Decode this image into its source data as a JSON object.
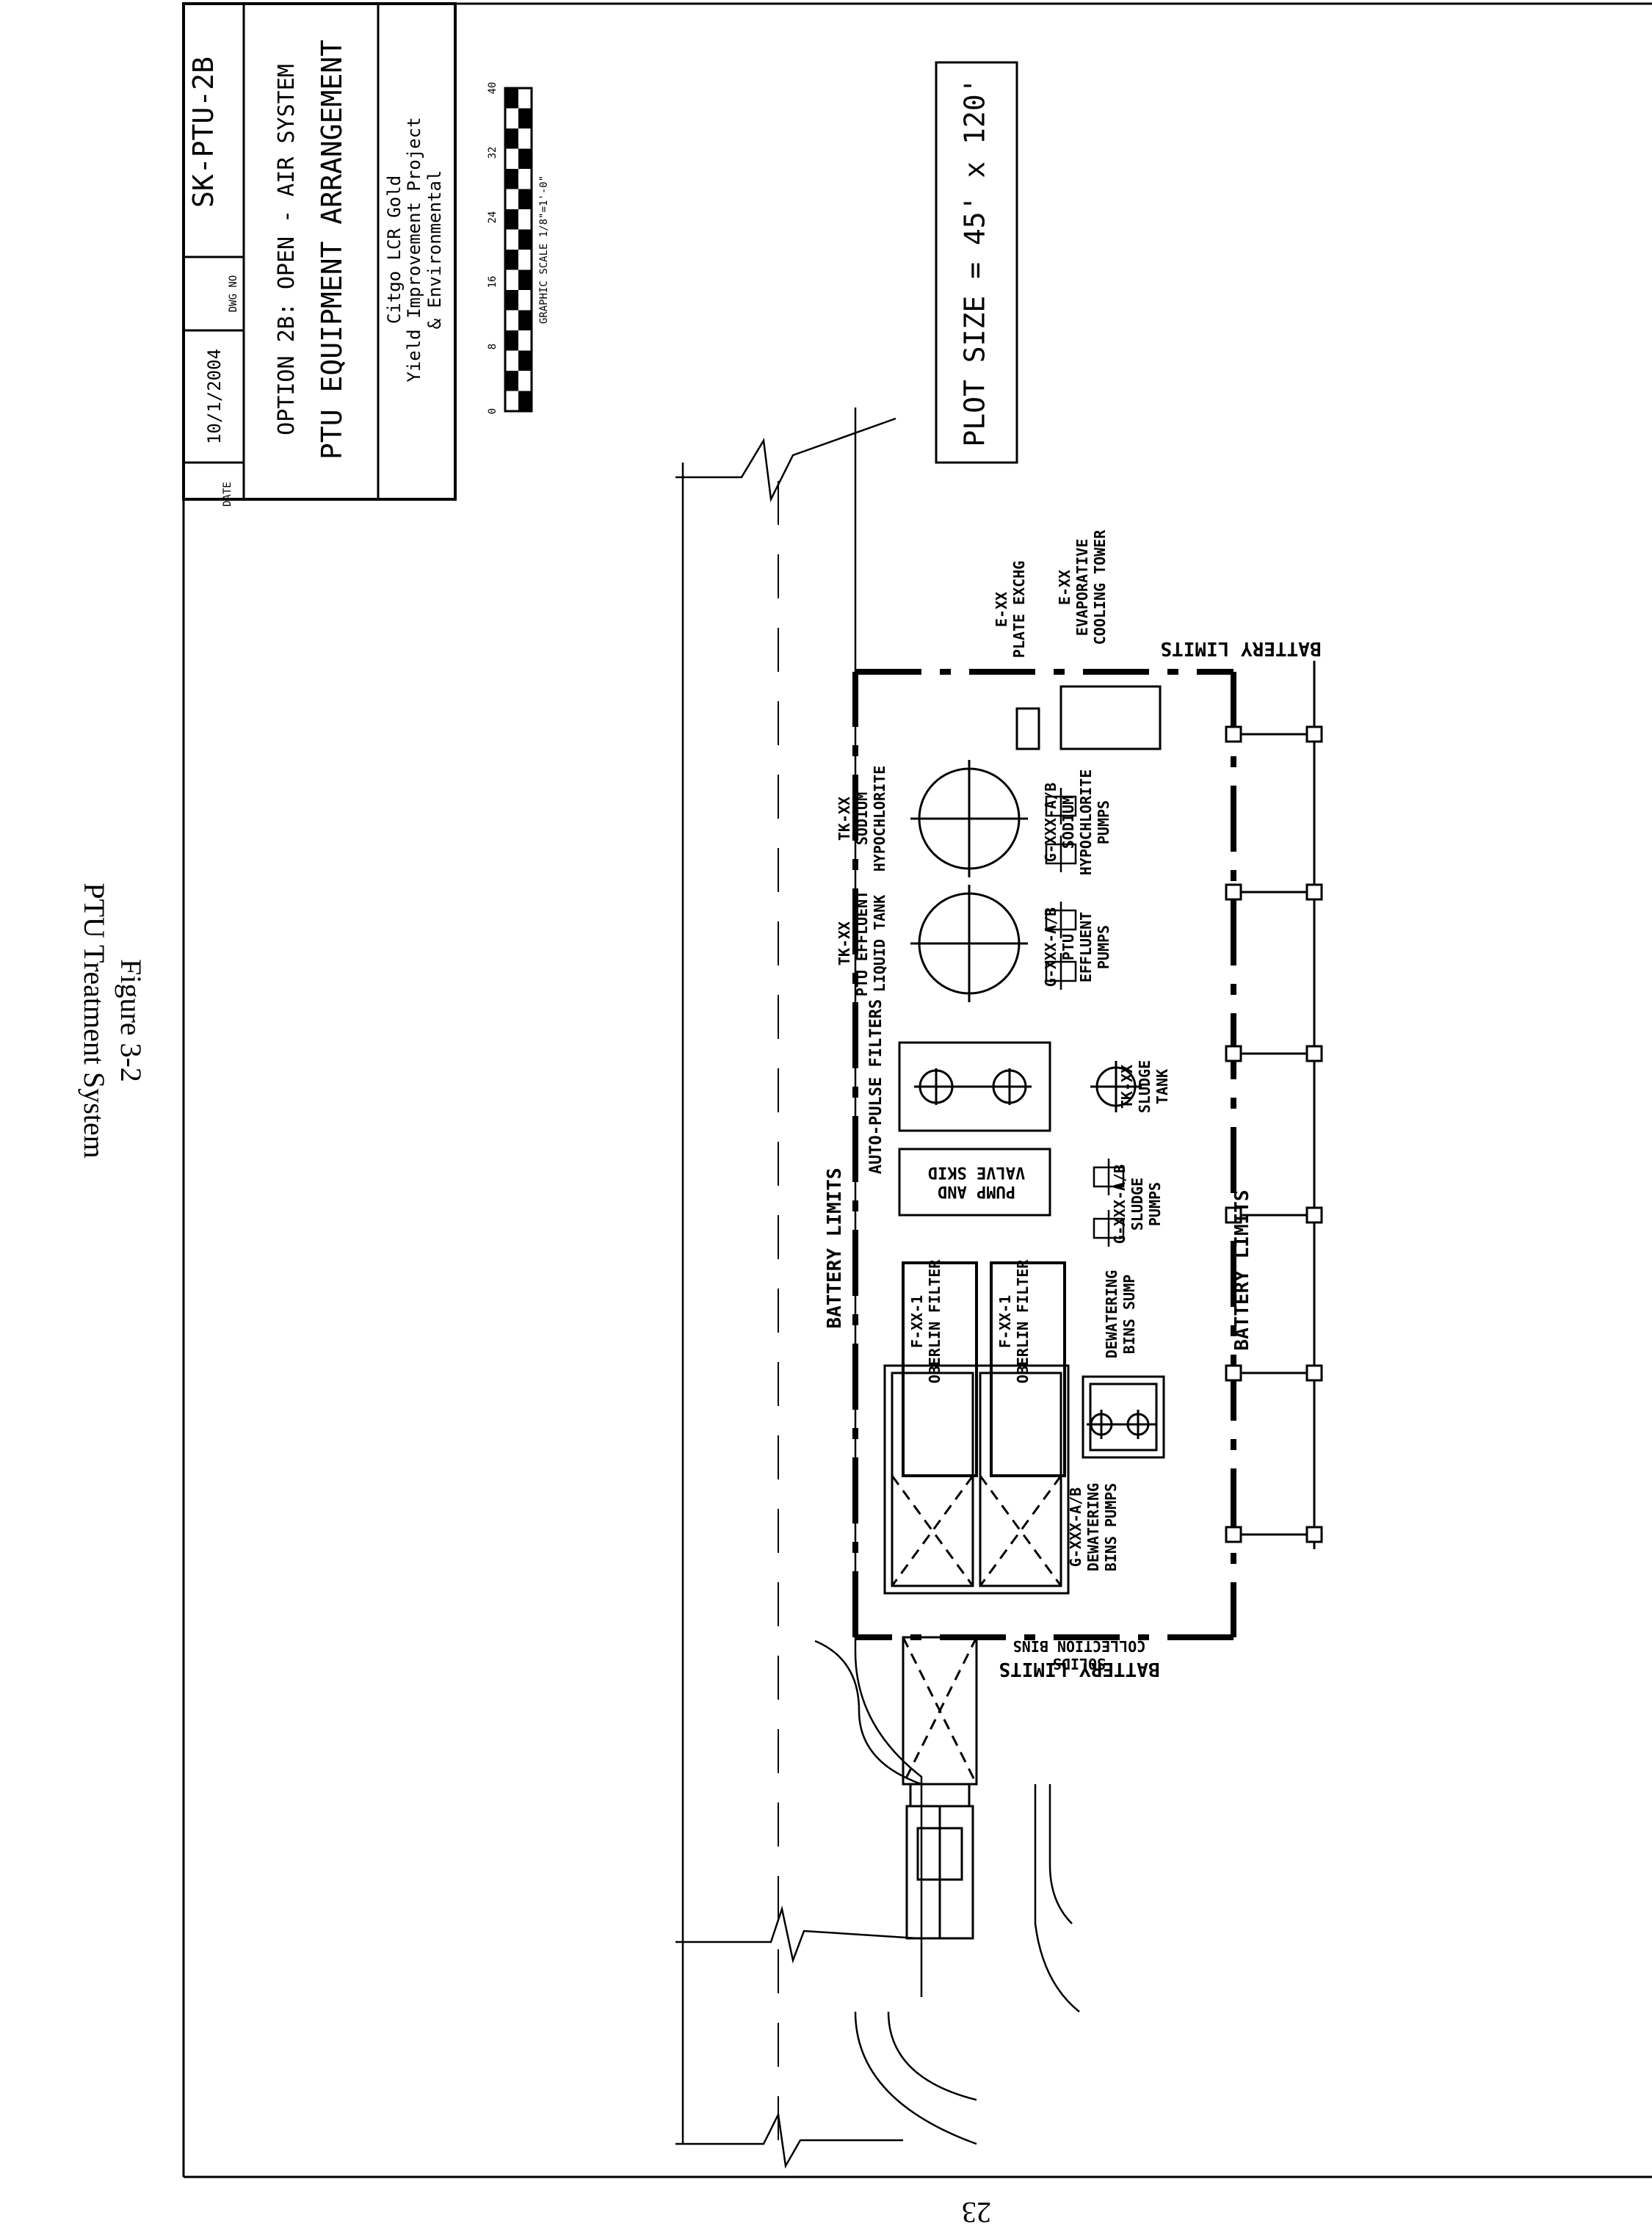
{
  "figure": {
    "title": "PTU Treatment System",
    "number": "Figure 3-2"
  },
  "page_number": "23",
  "title_block": {
    "date_label": "DATE",
    "date": "10/1/2004",
    "dwg_label": "DWG NO",
    "dwg_no": "SK-PTU-2B",
    "option": "OPTION 2B: OPEN - AIR SYSTEM",
    "drawing_title": "PTU EQUIPMENT ARRANGEMENT",
    "client_line1": "Citgo LCR Gold",
    "client_line2": "Yield Improvement Project",
    "client_line3": "& Environmental"
  },
  "scale": {
    "label": "GRAPHIC SCALE 1/8\"=1'-0\"",
    "ticks": [
      "0",
      "8",
      "16",
      "24",
      "32",
      "40"
    ]
  },
  "plot_size": "PLOT SIZE = 45' x 120'",
  "battery_limits": [
    "BATTERY LIMITS",
    "BATTERY LIMITS",
    "BATTERY LIMITS",
    "BATTERY LIMITS"
  ],
  "equipment": {
    "solids_bins": [
      "COLLECTION BINS",
      "SOLIDS"
    ],
    "overflow_filter_1": [
      "OBERLIN FILTER",
      "F-XX-1"
    ],
    "overflow_filter_2": [
      "OBERLIN FILTER",
      "F-XX-1"
    ],
    "dewatering_sump": [
      "BINS SUMP",
      "DEWATERING"
    ],
    "dewatering_pumps": [
      "BINS PUMPS",
      "DEWATERING",
      "G-XXX-A/B"
    ],
    "pump_valve_skid": [
      "PUMP AND",
      "VALVE SKID"
    ],
    "sludge_pumps": [
      "PUMPS",
      "SLUDGE",
      "G-XXX-A/B"
    ],
    "sludge_tank": [
      "TANK",
      "SLUDGE",
      "TK-XX"
    ],
    "auto_pulse": [
      "AUTO-PULSE FILTERS"
    ],
    "effluent_pumps": [
      "PUMPS",
      "EFFLUENT",
      "PTU",
      "G-XXX-A/B"
    ],
    "effluent_tank": [
      "LIQUID TANK",
      "PTU EFFLUENT",
      "TK-XX"
    ],
    "hypo_pumps": [
      "PUMPS",
      "HYPOCHLORITE",
      "SODIUM",
      "G-XXX-A/B"
    ],
    "hypo_tank": [
      "HYPOCHLORITE",
      "SODIUM",
      "TK-XX"
    ],
    "plate_exchanger": [
      "PLATE EXCHG",
      "E-XX"
    ],
    "cooling_tower": [
      "COOLING TOWER",
      "EVAPORATIVE",
      "E-XX"
    ]
  }
}
